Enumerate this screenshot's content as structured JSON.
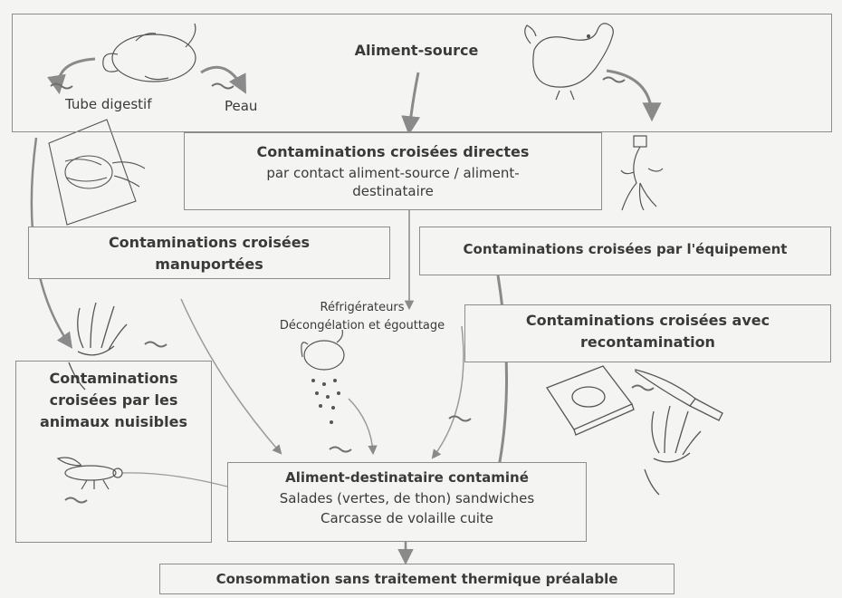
{
  "source": {
    "title": "Aliment-source",
    "digestive": "Tube digestif",
    "skin": "Peau"
  },
  "direct": {
    "title": "Contaminations croisées directes",
    "line1": "par contact aliment-source / aliment-",
    "line2": "destinataire"
  },
  "manual": {
    "line1": "Contaminations croisées",
    "line2": "manuportées"
  },
  "equipment": {
    "title": "Contaminations croisées par l'équipement"
  },
  "recontam": {
    "line1": "Contaminations croisées avec",
    "line2": "recontamination"
  },
  "pests": {
    "line1": "Contaminations",
    "line2": "croisées par les",
    "line3": "animaux nuisibles"
  },
  "fridge": {
    "line1": "Réfrigérateurs",
    "line2": "Décongélation et égouttage"
  },
  "dest": {
    "title": "Aliment-destinataire contaminé",
    "line1": "Salades (vertes, de thon) sandwiches",
    "line2": "Carcasse de volaille cuite"
  },
  "consumption": {
    "title": "Consommation sans traitement thermique préalable"
  },
  "colors": {
    "box_border": "#8c8c8c",
    "arrow": "#8a8a8a",
    "text": "#3a3a3a",
    "background": "#f4f4f2"
  }
}
